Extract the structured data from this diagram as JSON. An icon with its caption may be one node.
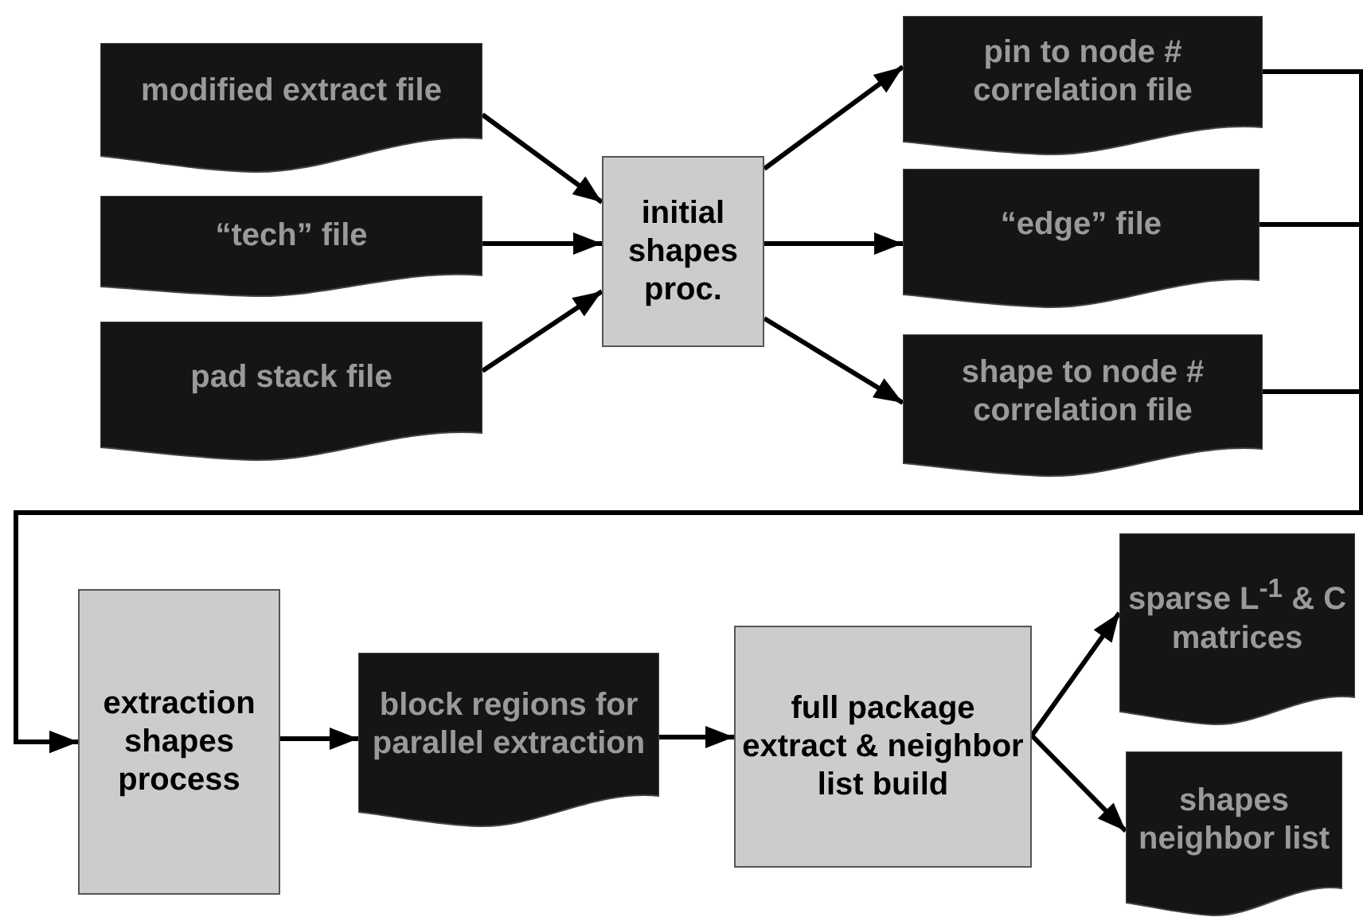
{
  "diagram": {
    "nodes": [
      {
        "text": [
          "modified extract file"
        ]
      },
      {
        "text": [
          "“tech” file"
        ]
      },
      {
        "text": [
          "pad stack file"
        ]
      },
      {
        "text": [
          "initial shapes proc."
        ]
      },
      {
        "text": [
          "pin to node # correlation file"
        ]
      },
      {
        "text": [
          "“edge” file"
        ]
      },
      {
        "text": [
          "shape to node # correlation file"
        ]
      },
      {
        "text": [
          "extraction shapes process"
        ]
      },
      {
        "text": [
          "block regions for parallel extraction"
        ]
      },
      {
        "text": [
          "full package extract & neighbor list build"
        ]
      },
      {
        "text": [
          "sparse L$^{-1}$ & C matrices"
        ]
      },
      {
        "text": [
          "shapes neighbor list"
        ]
      }
    ],
    "edges": [
      {
        "from": 0,
        "to": 3,
        "arrow": "to"
      },
      {
        "from": 1,
        "to": 3,
        "arrow": "to"
      },
      {
        "from": 2,
        "to": 3,
        "arrow": "to"
      },
      {
        "from": 3,
        "to": 4,
        "arrow": "to"
      },
      {
        "from": 3,
        "to": 5,
        "arrow": "to"
      },
      {
        "from": 3,
        "to": 6,
        "arrow": "to"
      },
      {
        "from": 4,
        "to": 7,
        "arrow": "to"
      },
      {
        "from": 5,
        "to": 7,
        "arrow": "to"
      },
      {
        "from": 6,
        "to": 7,
        "arrow": "to"
      },
      {
        "from": 7,
        "to": 8,
        "arrow": "to"
      },
      {
        "from": 8,
        "to": 9,
        "arrow": "to"
      },
      {
        "from": 9,
        "to": 10,
        "arrow": "to"
      },
      {
        "from": 9,
        "to": 11,
        "arrow": "to"
      }
    ]
  }
}
